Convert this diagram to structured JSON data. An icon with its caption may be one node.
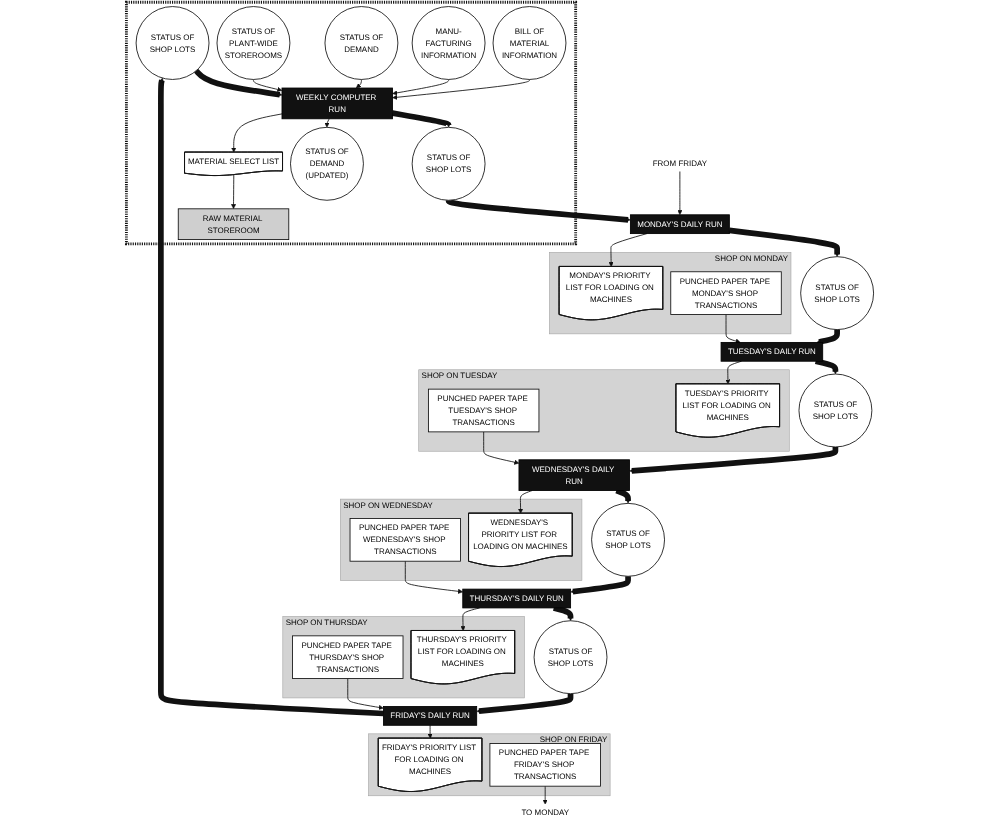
{
  "diagram": {
    "nodes": [
      {
        "text": [],
        "shape": "box"
      },
      {
        "text": [
          "STATUS OF PLANT-WIDE STOREROOMS"
        ],
        "in": 0
      },
      {
        "text": [
          "STATUS OF DEMAND"
        ],
        "in": 0
      },
      {
        "text": [
          "STATUS OF SHOP LOTS"
        ],
        "in": 0
      },
      {
        "text": [
          "MANU-FACTURING INFORMATION"
        ],
        "in": 0
      },
      {
        "text": [
          "BILL OF MATERIAL INFORMATION"
        ],
        "in": 0
      },
      {
        "text": [
          "WEEKLY COMPUTER RUN"
        ],
        "in": 0
      },
      {
        "text": [
          "STATUS OF DEMAND (UPDATED)"
        ],
        "in": 0
      },
      {
        "text": [
          "STATUS OF SHOP LOTS"
        ],
        "in": 0
      },
      {
        "text": [
          "MATERIAL SELECT LIST"
        ],
        "in": 0
      },
      {
        "text": [
          "RAW MATERIAL STOREROOM"
        ],
        "in": 0
      },
      {
        "text": [
          "STATUS OF SHOP LOTS"
        ]
      },
      {
        "text": [
          "FRIDAY'S DAILY RUN"
        ]
      },
      {
        "text": [
          "MONDAY'S DAILY RUN"
        ]
      },
      {
        "text": [
          "STATUS OF SHOP LOTS"
        ]
      },
      {
        "text": [
          "SHOP ON FRIDAY"
        ]
      },
      {
        "text": [
          "FRIDAY'S PRIORITY LIST FOR LOADING ON MACHINES"
        ],
        "in": 15
      },
      {
        "text": [
          "PUNCHED PAPER TAPE FRIDAY'S SHOP TRANSACTIONS"
        ],
        "in": 15
      },
      {
        "text": [
          "SHOP ON MONDAY"
        ]
      },
      {
        "text": [
          "MONDAY'S PRIORITY LIST FOR LOADING ON MACHINES"
        ],
        "in": 18
      },
      {
        "text": [
          "PUNCHED PAPER TAPE MONDAY'S SHOP TRANSACTIONS"
        ],
        "in": 18
      },
      {
        "text": [
          "TO MONDAY"
        ]
      },
      {
        "text": [
          "FROM FRIDAY"
        ]
      },
      {
        "text": [
          "SHOP ON THURSDAY"
        ]
      },
      {
        "text": [
          "PUNCHED PAPER TAPE THURSDAY'S SHOP TRANSACTIONS"
        ],
        "in": 23
      },
      {
        "text": [
          "THURSDAY'S PRIORITY LIST FOR LOADING ON MACHINES"
        ],
        "in": 23
      },
      {
        "text": [
          "SHOP ON WEDNESDAY"
        ]
      },
      {
        "text": [
          "PUNCHED PAPER TAPE WEDNESDAY'S SHOP TRANSACTIONS"
        ],
        "in": 26
      },
      {
        "text": [
          "WEDNESDAY'S PRIORITY LIST FOR LOADING ON MACHINES"
        ],
        "in": 26
      },
      {
        "text": [
          "SHOP ON TUESDAY"
        ]
      },
      {
        "text": [
          "PUNCHED PAPER TAPE TUESDAY'S SHOP TRANSACTIONS"
        ],
        "in": 29
      },
      {
        "text": [
          "TUESDAY'S PRIORITY LIST FOR LOADING ON MACHINES"
        ],
        "in": 29
      },
      {
        "text": [
          "STATUS OF SHOP LOTS"
        ]
      },
      {
        "text": [
          "STATUS OF SHOP LOTS"
        ]
      },
      {
        "text": [
          "THURSDAY'S DAILY RUN"
        ]
      },
      {
        "text": [
          "WEDNESDAY'S DAILY RUN"
        ]
      },
      {
        "text": [
          "TUESDAY'S DAILY RUN"
        ]
      }
    ],
    "edges": [
      {
        "from": 11,
        "to": 12,
        "arrow": "to",
        "style": "thick"
      },
      {
        "from": 12,
        "to": 3,
        "arrow": "to",
        "style": "thick"
      },
      {
        "from": 3,
        "to": 6,
        "arrow": "to",
        "style": "thick"
      },
      {
        "from": 6,
        "to": 8,
        "arrow": "to",
        "style": "thick"
      },
      {
        "from": 8,
        "to": 13,
        "arrow": "to",
        "style": "thick"
      },
      {
        "from": 13,
        "to": 14,
        "arrow": "to",
        "style": "thick"
      },
      {
        "from": 14,
        "to": 36,
        "arrow": "to",
        "style": "thick"
      },
      {
        "from": 36,
        "to": 33,
        "arrow": "to",
        "style": "thick"
      },
      {
        "from": 33,
        "to": 35,
        "arrow": "to",
        "style": "thick"
      },
      {
        "from": 35,
        "to": 32,
        "arrow": "to",
        "style": "thick"
      },
      {
        "from": 32,
        "to": 34,
        "arrow": "to",
        "style": "thick"
      },
      {
        "from": 34,
        "to": 11,
        "arrow": "to",
        "style": "thick"
      },
      {
        "from": 1,
        "to": 6,
        "arrow": "to"
      },
      {
        "from": 2,
        "to": 6,
        "arrow": "to"
      },
      {
        "from": 4,
        "to": 6,
        "arrow": "to"
      },
      {
        "from": 5,
        "to": 6,
        "arrow": "to"
      },
      {
        "from": 6,
        "to": 7,
        "arrow": "to"
      },
      {
        "from": 6,
        "to": 9,
        "arrow": "to"
      },
      {
        "from": 9,
        "to": 10,
        "arrow": "to"
      },
      {
        "from": 12,
        "to": 16,
        "arrow": "to"
      },
      {
        "from": 17,
        "to": 21,
        "arrow": "to"
      },
      {
        "from": 22,
        "to": 13,
        "arrow": "to"
      },
      {
        "from": 13,
        "to": 19,
        "arrow": "to"
      },
      {
        "from": 20,
        "to": 36,
        "arrow": "to"
      },
      {
        "from": 36,
        "to": 31,
        "arrow": "to"
      },
      {
        "from": 30,
        "to": 35,
        "arrow": "to"
      },
      {
        "from": 35,
        "to": 28,
        "arrow": "to"
      },
      {
        "from": 27,
        "to": 34,
        "arrow": "to"
      },
      {
        "from": 34,
        "to": 25,
        "arrow": "to"
      },
      {
        "from": 24,
        "to": 12,
        "arrow": "to"
      }
    ]
  }
}
